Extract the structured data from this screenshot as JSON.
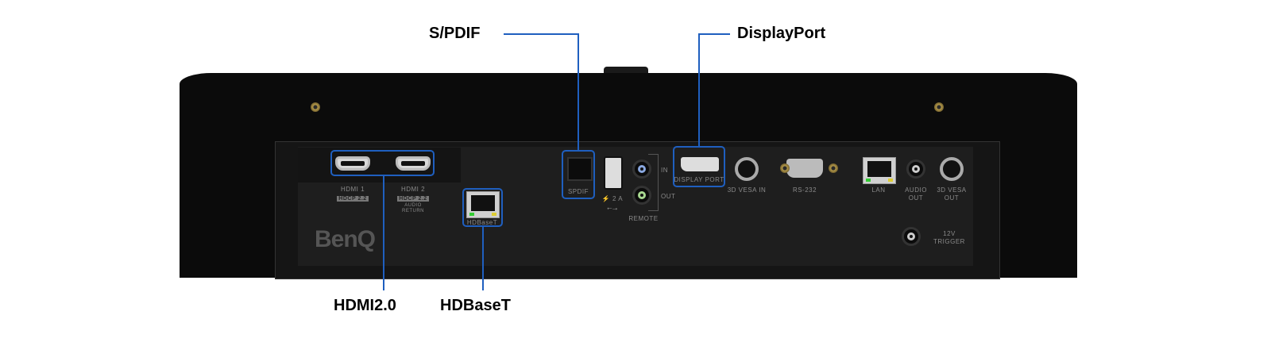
{
  "callouts": {
    "spdif": "S/PDIF",
    "displayport": "DisplayPort",
    "hdmi": "HDMI2.0",
    "hdbaset": "HDBaseT"
  },
  "brand": "BenQ",
  "ports": {
    "hdmi1": "HDMI 1",
    "hdmi1_badge": "HDCP 2.2",
    "hdmi2": "HDMI 2",
    "hdmi2_badge": "HDCP 2.2",
    "hdmi2_note_1": "AUDIO",
    "hdmi2_note_2": "RETURN",
    "hdbaset": "HDBaseT",
    "spdif": "SPDIF",
    "usb_power": "⚡ 2 A",
    "usb_symbol": "⭠⭢",
    "remote_in": "IN",
    "remote_out": "OUT",
    "remote": "REMOTE",
    "displayport": "DISPLAY PORT",
    "vesa_in": "3D VESA IN",
    "rs232": "RS-232",
    "lan": "LAN",
    "audio_out_1": "AUDIO",
    "audio_out_2": "OUT",
    "vesa_out_1": "3D VESA",
    "vesa_out_2": "OUT",
    "trigger_1": "12V",
    "trigger_2": "TRIGGER"
  },
  "colors": {
    "callout": "#1f5fbf",
    "remote_in": "#8aa8e0",
    "remote_out": "#a8d890"
  }
}
